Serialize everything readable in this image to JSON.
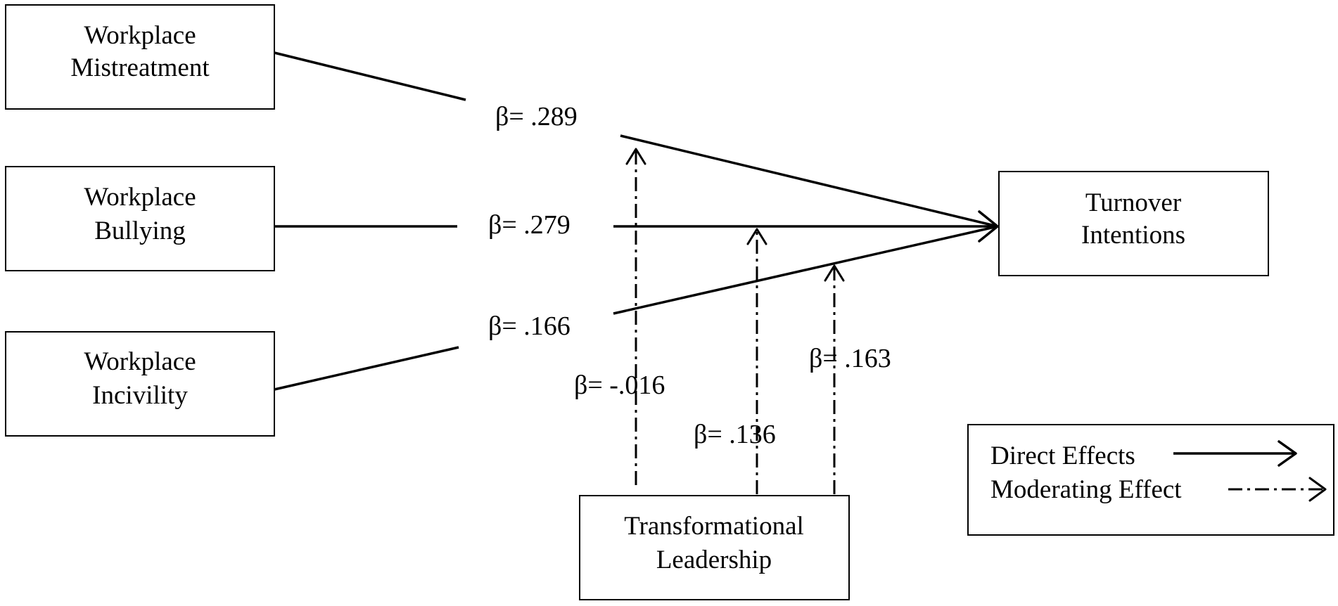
{
  "nodes": {
    "mistreatment": {
      "line1": "Workplace",
      "line2": "Mistreatment"
    },
    "bullying": {
      "line1": "Workplace",
      "line2": "Bullying"
    },
    "incivility": {
      "line1": "Workplace",
      "line2": "Incivility"
    },
    "turnover": {
      "line1": "Turnover",
      "line2": "Intentions"
    },
    "leadership": {
      "line1": "Transformational",
      "line2": "Leadership"
    }
  },
  "direct_effects": {
    "mistreatment": "β= .289",
    "bullying": "β= .279",
    "incivility": "β= .166"
  },
  "moderating_effects": {
    "mistreatment": "β= -.016",
    "bullying": "β= .136",
    "incivility": "β= .163"
  },
  "legend": {
    "direct": "Direct Effects",
    "moderating": "Moderating Effect"
  }
}
